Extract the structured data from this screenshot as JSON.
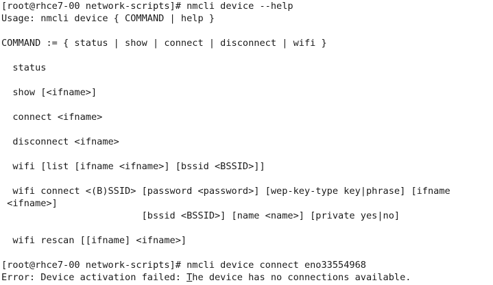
{
  "terminal": {
    "lines": [
      "[root@rhce7-00 network-scripts]# nmcli device --help",
      "Usage: nmcli device { COMMAND | help }",
      "COMMAND := { status | show | connect | disconnect | wifi }",
      "  status",
      "  show [<ifname>]",
      "  connect <ifname>",
      "  disconnect <ifname>",
      "  wifi [list [ifname <ifname>] [bssid <BSSID>]]",
      "  wifi connect <(B)SSID> [password <password>] [wep-key-type key|phrase] [ifname",
      " <ifname>]",
      "                         [bssid <BSSID>] [name <name>] [private yes|no]",
      "  wifi rescan [[ifname] <ifname>]",
      "[root@rhce7-00 network-scripts]# nmcli device connect eno33554968"
    ],
    "error_prefix": "Error: Device activation failed: ",
    "error_cursor_char": "T",
    "error_suffix": "he device has no connections available."
  },
  "colors": {
    "background": "#ffffff",
    "text": "#1a1a1a"
  }
}
